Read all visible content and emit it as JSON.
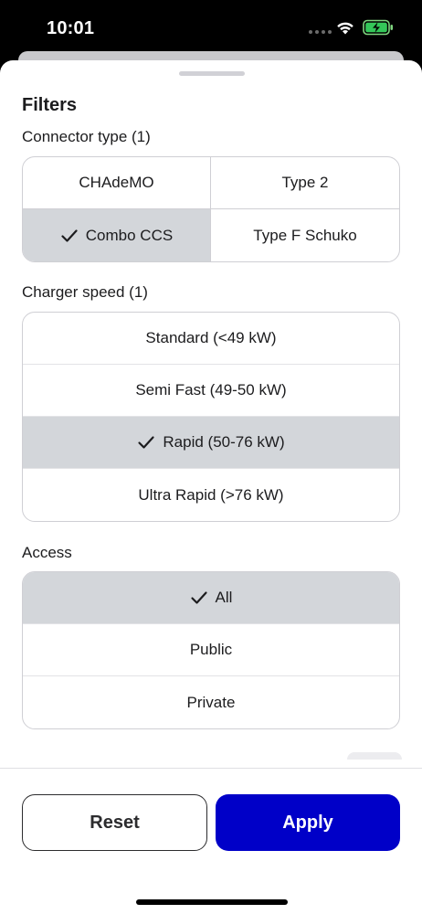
{
  "status_bar": {
    "time": "10:01"
  },
  "sheet": {
    "title": "Filters",
    "connector": {
      "label": "Connector type (1)",
      "options": [
        {
          "label": "CHAdeMO",
          "selected": false
        },
        {
          "label": "Type 2",
          "selected": false
        },
        {
          "label": "Combo CCS",
          "selected": true
        },
        {
          "label": "Type F Schuko",
          "selected": false
        }
      ]
    },
    "speed": {
      "label": "Charger speed (1)",
      "options": [
        {
          "label": "Standard (<49 kW)",
          "selected": false
        },
        {
          "label": "Semi Fast (49-50 kW)",
          "selected": false
        },
        {
          "label": "Rapid (50-76 kW)",
          "selected": true
        },
        {
          "label": "Ultra Rapid (>76 kW)",
          "selected": false
        }
      ]
    },
    "access": {
      "label": "Access",
      "options": [
        {
          "label": "All",
          "selected": true
        },
        {
          "label": "Public",
          "selected": false
        },
        {
          "label": "Private",
          "selected": false
        }
      ]
    }
  },
  "footer": {
    "reset_label": "Reset",
    "apply_label": "Apply"
  },
  "colors": {
    "accent": "#0000c8",
    "selected_bg": "#d3d6da",
    "border": "#cfcfd4"
  },
  "icons": {
    "check": "checkmark-icon",
    "wifi": "wifi-icon",
    "battery": "battery-charging-icon"
  }
}
